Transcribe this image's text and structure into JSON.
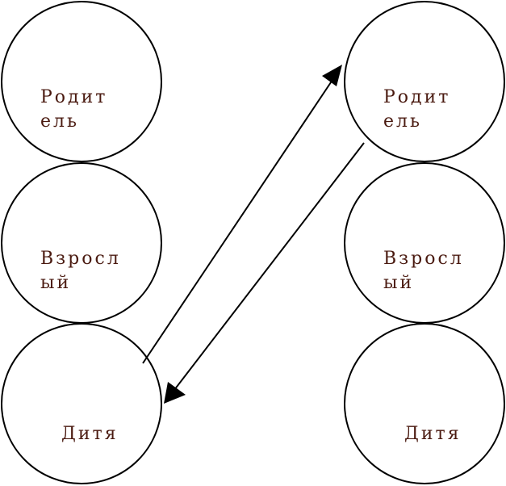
{
  "colors": {
    "circle_stroke": "#000000",
    "label_text": "#4a1a10",
    "arrow": "#000000",
    "background": "#ffffff"
  },
  "left_column": {
    "parent": {
      "line1": "Родит",
      "line2": "ель"
    },
    "adult": {
      "line1": "Взросл",
      "line2": "ый"
    },
    "child": {
      "line1": "Дитя"
    }
  },
  "right_column": {
    "parent": {
      "line1": "Родит",
      "line2": "ель"
    },
    "adult": {
      "line1": "Взросл",
      "line2": "ый"
    },
    "child": {
      "line1": "Дитя"
    }
  },
  "arrows": [
    {
      "from": "left_column.child",
      "to": "right_column.parent"
    },
    {
      "from": "right_column.parent",
      "to": "left_column.child"
    }
  ]
}
